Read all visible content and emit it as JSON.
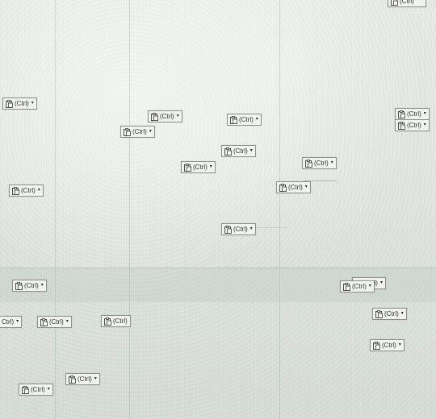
{
  "paste_options": {
    "label": "(Ctrl)",
    "partial_label_left": "Ctrl)",
    "partial_label_right": "l)",
    "caret": "▾",
    "icon": "clipboard-paste-icon"
  },
  "colors": {
    "border": "#8b908d",
    "button_bg": "#f1f3f0",
    "text": "#2e3230"
  }
}
